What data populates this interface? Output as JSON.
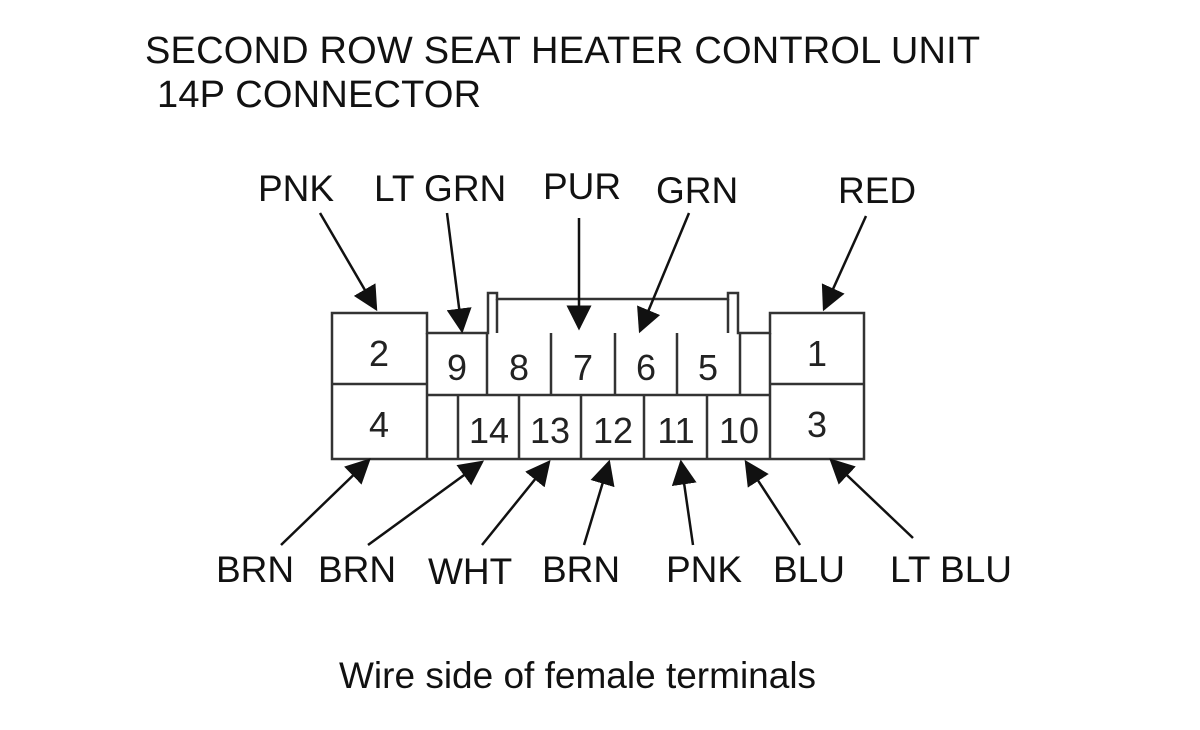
{
  "title": {
    "line1": "SECOND ROW SEAT HEATER CONTROL UNIT",
    "line2": "14P CONNECTOR"
  },
  "pins": [
    "1",
    "2",
    "3",
    "4",
    "5",
    "6",
    "7",
    "8",
    "9",
    "10",
    "11",
    "12",
    "13",
    "14"
  ],
  "top_wires": [
    {
      "pin": "2",
      "color": "PNK"
    },
    {
      "pin": "9",
      "color": "LT GRN"
    },
    {
      "pin": "7",
      "color": "PUR"
    },
    {
      "pin": "6",
      "color": "GRN"
    },
    {
      "pin": "1",
      "color": "RED"
    }
  ],
  "bottom_wires": [
    {
      "pin": "4",
      "color": "BRN"
    },
    {
      "pin": "14",
      "color": "BRN"
    },
    {
      "pin": "13",
      "color": "WHT"
    },
    {
      "pin": "12",
      "color": "BRN"
    },
    {
      "pin": "11",
      "color": "PNK"
    },
    {
      "pin": "10",
      "color": "BLU"
    },
    {
      "pin": "3",
      "color": "LT BLU"
    }
  ],
  "footer": "Wire side of female terminals"
}
